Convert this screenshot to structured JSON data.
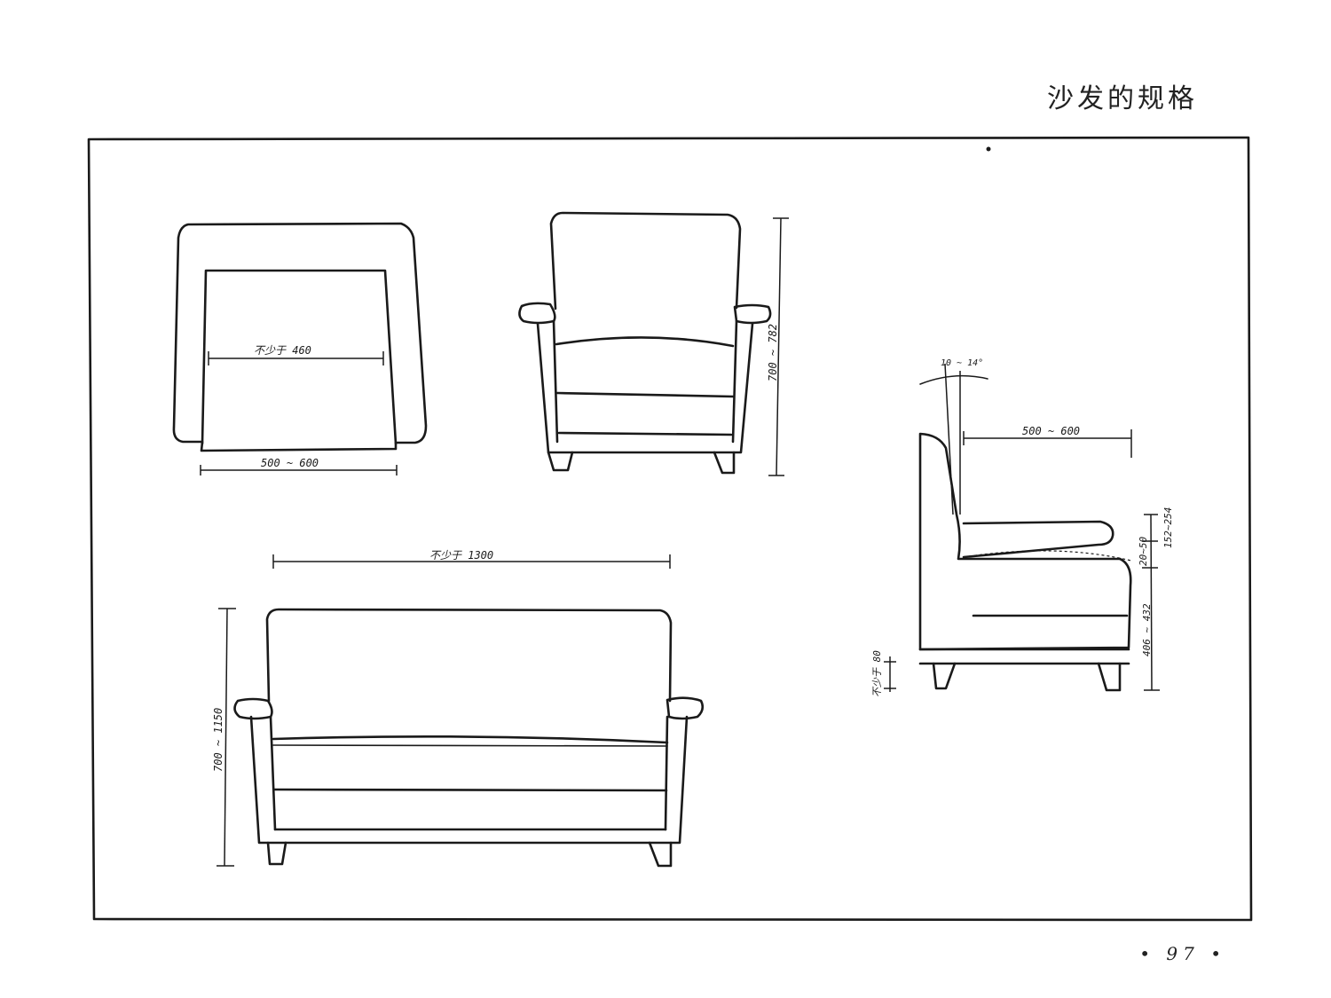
{
  "page": {
    "title": "沙发的规格",
    "page_number": "• 97 •"
  },
  "plan_view": {
    "inner_width_label": "不少于 460",
    "depth_label": "500 ~ 600"
  },
  "front_view_chair": {
    "height_label": "700 ~ 782"
  },
  "front_view_sofa": {
    "width_label": "不少于 1300",
    "height_label": "700 ~ 1150"
  },
  "side_view": {
    "angle_label": "10 ~ 14°",
    "seat_depth_label": "500 ~ 600",
    "arm_height_label": "152~254",
    "cushion_label": "20~50",
    "seat_height_label": "406 ~ 432",
    "base_label": "不少于 80"
  }
}
